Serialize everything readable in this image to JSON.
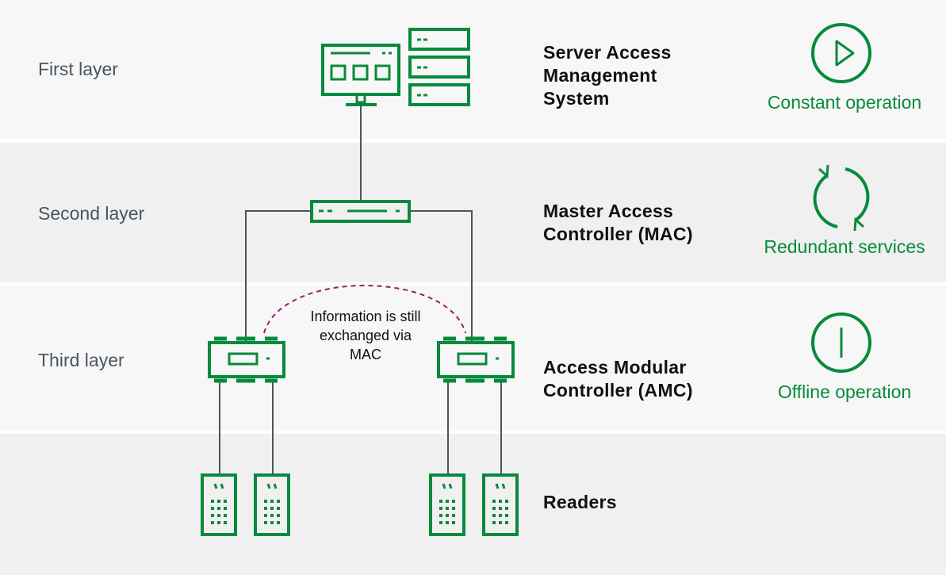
{
  "layers": {
    "first": "First layer",
    "second": "Second layer",
    "third": "Third layer"
  },
  "components": {
    "sams_line1": "Server Access",
    "sams_line2": "Management",
    "sams_line3": "System",
    "mac_line1": "Master Access",
    "mac_line2": "Controller (MAC)",
    "amc_line1": "Access Modular",
    "amc_line2": "Controller (AMC)",
    "readers": "Readers"
  },
  "status": {
    "constant": "Constant operation",
    "redundant": "Redundant services",
    "offline": "Offline operation"
  },
  "note": {
    "line1": "Information is still",
    "line2": "exchanged via",
    "line3": "MAC"
  },
  "colors": {
    "accent_green": "#078a3c",
    "connector": "#4a5560",
    "dashed_link": "#9c1c6b"
  },
  "icons": {
    "server": "server-workstation-icon",
    "mac": "mac-controller-icon",
    "amc": "amc-controller-icon",
    "reader": "card-reader-icon",
    "constant": "play-circle-icon",
    "redundant": "refresh-cycle-icon",
    "offline": "power-off-icon"
  }
}
